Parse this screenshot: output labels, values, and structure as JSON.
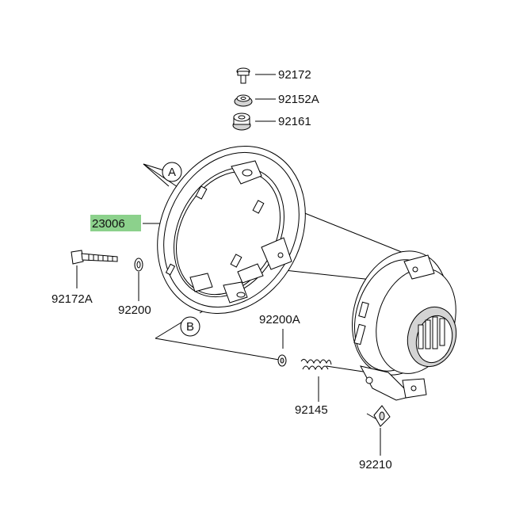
{
  "diagram": {
    "parts": [
      {
        "id": "p92172",
        "number": "92172"
      },
      {
        "id": "p92152a",
        "number": "92152A"
      },
      {
        "id": "p92161",
        "number": "92161"
      },
      {
        "id": "p23006",
        "number": "23006",
        "highlight_color": "#8cd18c"
      },
      {
        "id": "p92172a",
        "number": "92172A"
      },
      {
        "id": "p92200",
        "number": "92200"
      },
      {
        "id": "p92200a",
        "number": "92200A"
      },
      {
        "id": "p92145",
        "number": "92145"
      },
      {
        "id": "p92210",
        "number": "92210"
      }
    ],
    "callouts": [
      {
        "id": "cA",
        "letter": "A"
      },
      {
        "id": "cB",
        "letter": "B"
      }
    ]
  }
}
